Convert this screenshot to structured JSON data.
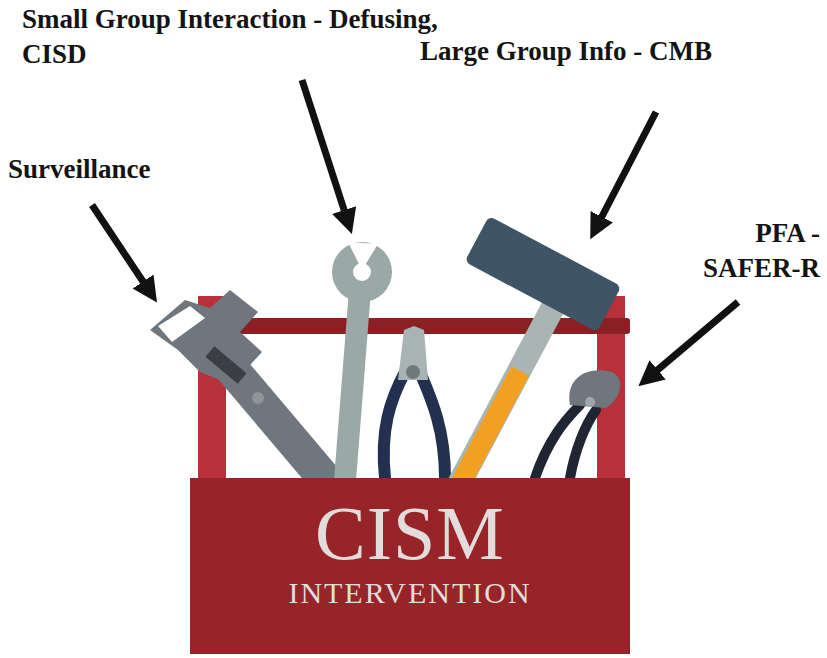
{
  "diagram": {
    "nodes": [
      {
        "text": [
          "CISM",
          "INTERVENTION"
        ]
      }
    ],
    "labels": [
      "Small Group Interaction - Defusing, CISD",
      "Large Group Info - CMB",
      "Surveillance",
      "PFA - SAFER-R"
    ]
  }
}
